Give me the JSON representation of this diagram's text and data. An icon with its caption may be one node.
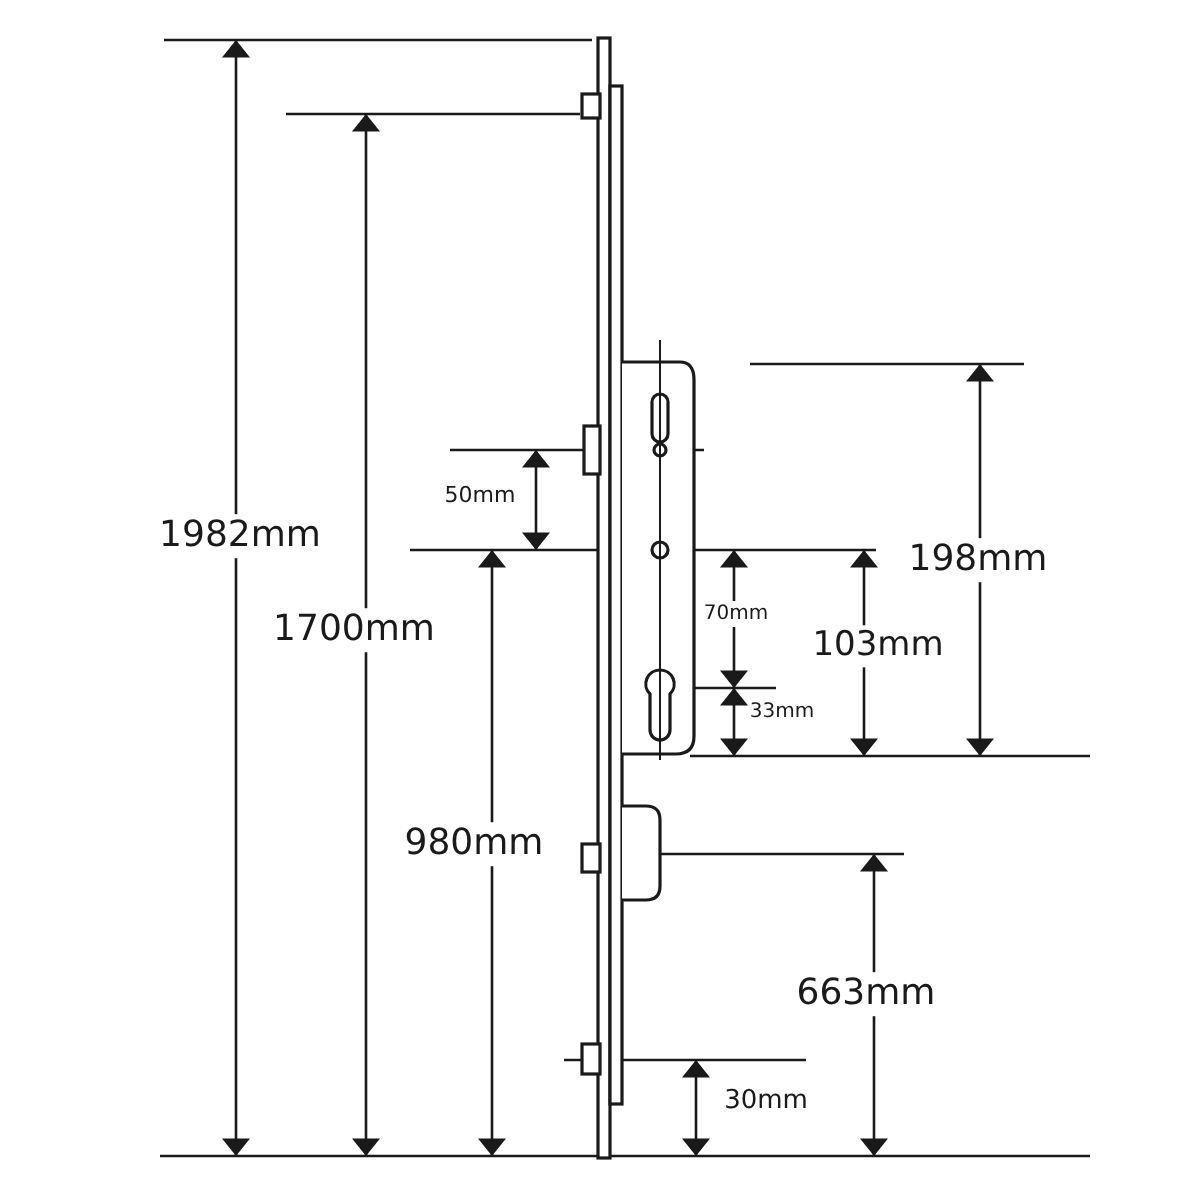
{
  "diagram": {
    "labels": [
      "1982mm",
      "198mm",
      "50mm",
      "70mm",
      "1700mm",
      "103mm",
      "33mm",
      "980mm",
      "663mm",
      "30mm"
    ]
  }
}
